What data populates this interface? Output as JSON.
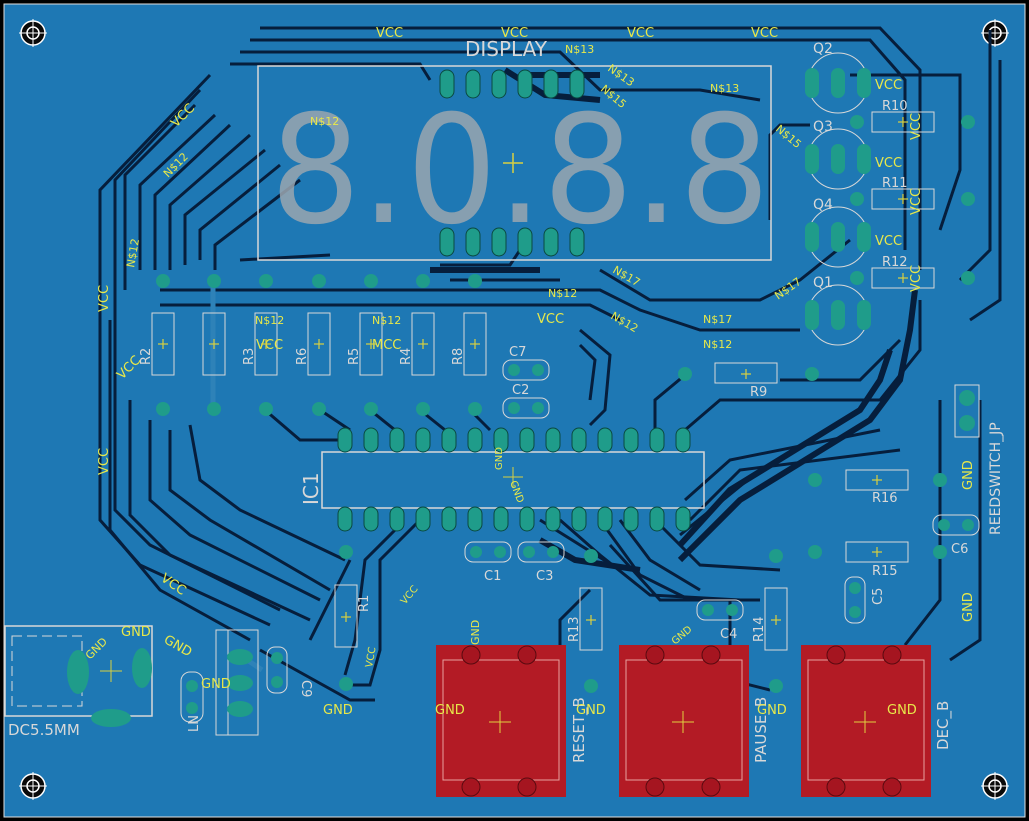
{
  "board": {
    "copper_color": "#1e78b4",
    "trace_color": "#061e3c",
    "pad_color": "#1f9c8a",
    "silk_color": "#d8d8d8",
    "net_label_color": "#e8e84a",
    "button_color": "#b31b25"
  },
  "display": {
    "title": "DISPLAY",
    "digits": "8.0.8.8"
  },
  "nets": {
    "vcc": "VCC",
    "gnd": "GND",
    "n12": "N$12",
    "n13": "N$13",
    "n15": "N$15",
    "n17": "N$17",
    "mcc": "MCC"
  },
  "components": {
    "q2": "Q2",
    "q3": "Q3",
    "q4": "Q4",
    "q1": "Q1",
    "r10": "R10",
    "r11": "R11",
    "r12": "R12",
    "r9": "R9",
    "r2": "R2",
    "r3": "R3",
    "r6": "R6",
    "r5": "R5",
    "r4": "R4",
    "r8": "R8",
    "r1": "R1",
    "r13": "R13",
    "r14": "R14",
    "r15": "R15",
    "r16": "R16",
    "c1": "C1",
    "c2": "C2",
    "c3": "C3",
    "c4": "C4",
    "c5": "C5",
    "c6": "C6",
    "c7": "C7",
    "c9": "C9",
    "ic1": "IC1",
    "reedswitch": "REEDSWITCH_JP",
    "dc_jack": "DC5.5MM",
    "reset": "RESET_B",
    "pause": "PAUSE_B",
    "dec": "DEC_B",
    "ln": "LN"
  }
}
